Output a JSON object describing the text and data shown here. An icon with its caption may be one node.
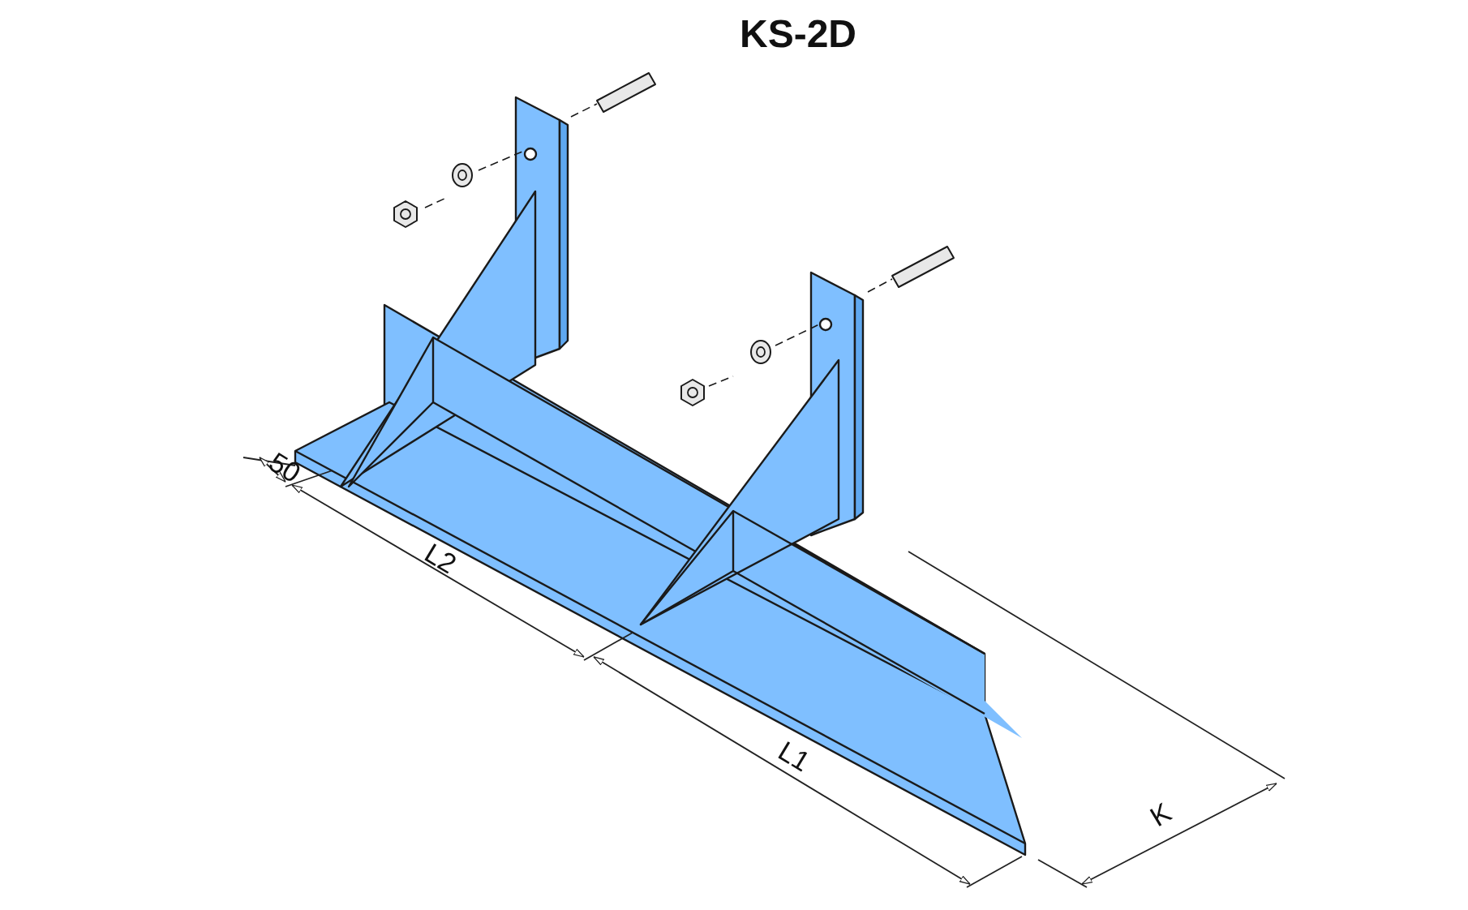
{
  "diagram": {
    "title": "KS-2D",
    "labels": [
      "50",
      "L2",
      "L1",
      "K"
    ]
  }
}
